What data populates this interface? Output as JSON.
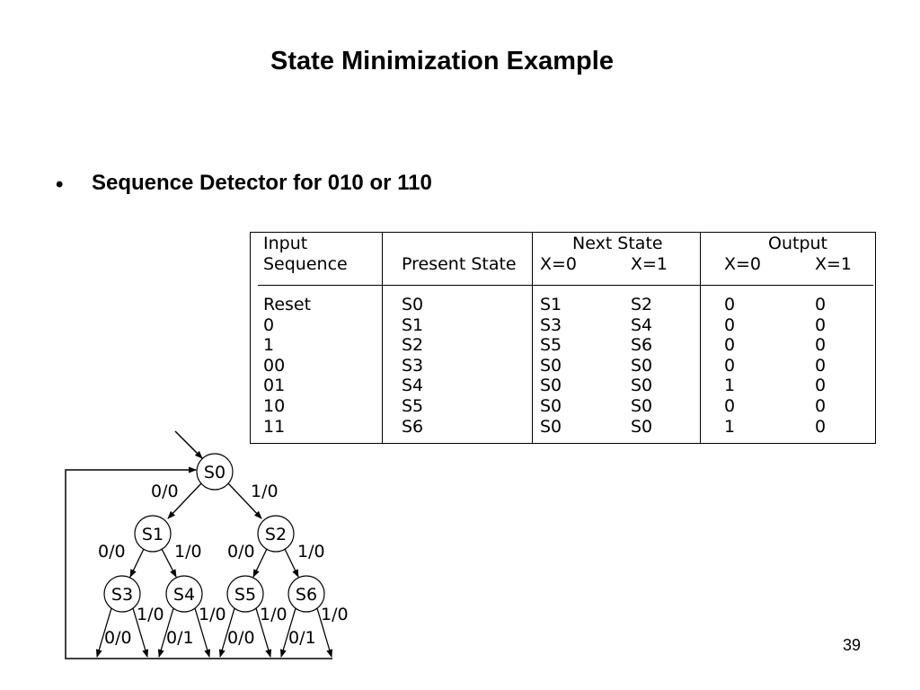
{
  "slide": {
    "title": "State Minimization Example",
    "bullet_symbol": "•",
    "bullet_text": "Sequence Detector for 010 or 110",
    "page_number": "39"
  },
  "table": {
    "headers": {
      "input_line1": "Input",
      "input_line2": "Sequence",
      "present_state": "Present State",
      "next_state": "Next State",
      "output": "Output",
      "next_x0": "X=0",
      "next_x1": "X=1",
      "out_x0": "X=0",
      "out_x1": "X=1"
    },
    "rows": [
      {
        "input": "Reset",
        "present": "S0",
        "next_x0": "S1",
        "next_x1": "S2",
        "out_x0": "0",
        "out_x1": "0"
      },
      {
        "input": "0",
        "present": "S1",
        "next_x0": "S3",
        "next_x1": "S4",
        "out_x0": "0",
        "out_x1": "0"
      },
      {
        "input": "1",
        "present": "S2",
        "next_x0": "S5",
        "next_x1": "S6",
        "out_x0": "0",
        "out_x1": "0"
      },
      {
        "input": "00",
        "present": "S3",
        "next_x0": "S0",
        "next_x1": "S0",
        "out_x0": "0",
        "out_x1": "0"
      },
      {
        "input": "01",
        "present": "S4",
        "next_x0": "S0",
        "next_x1": "S0",
        "out_x0": "1",
        "out_x1": "0"
      },
      {
        "input": "10",
        "present": "S5",
        "next_x0": "S0",
        "next_x1": "S0",
        "out_x0": "0",
        "out_x1": "0"
      },
      {
        "input": "11",
        "present": "S6",
        "next_x0": "S0",
        "next_x1": "S0",
        "out_x0": "1",
        "out_x1": "0"
      }
    ]
  },
  "diagram": {
    "states": [
      "S0",
      "S1",
      "S2",
      "S3",
      "S4",
      "S5",
      "S6"
    ],
    "edge_labels": {
      "s0_s1": "0/0",
      "s0_s2": "1/0",
      "s1_s3": "0/0",
      "s1_s4": "1/0",
      "s2_s5": "0/0",
      "s2_s6": "1/0",
      "s3_out1": "0/0",
      "s3_out0": "1/0",
      "s4_out1": "0/1",
      "s4_out0": "1/0",
      "s5_out1": "0/0",
      "s5_out0": "1/0",
      "s6_out1": "0/1",
      "s6_out0": "1/0"
    }
  }
}
